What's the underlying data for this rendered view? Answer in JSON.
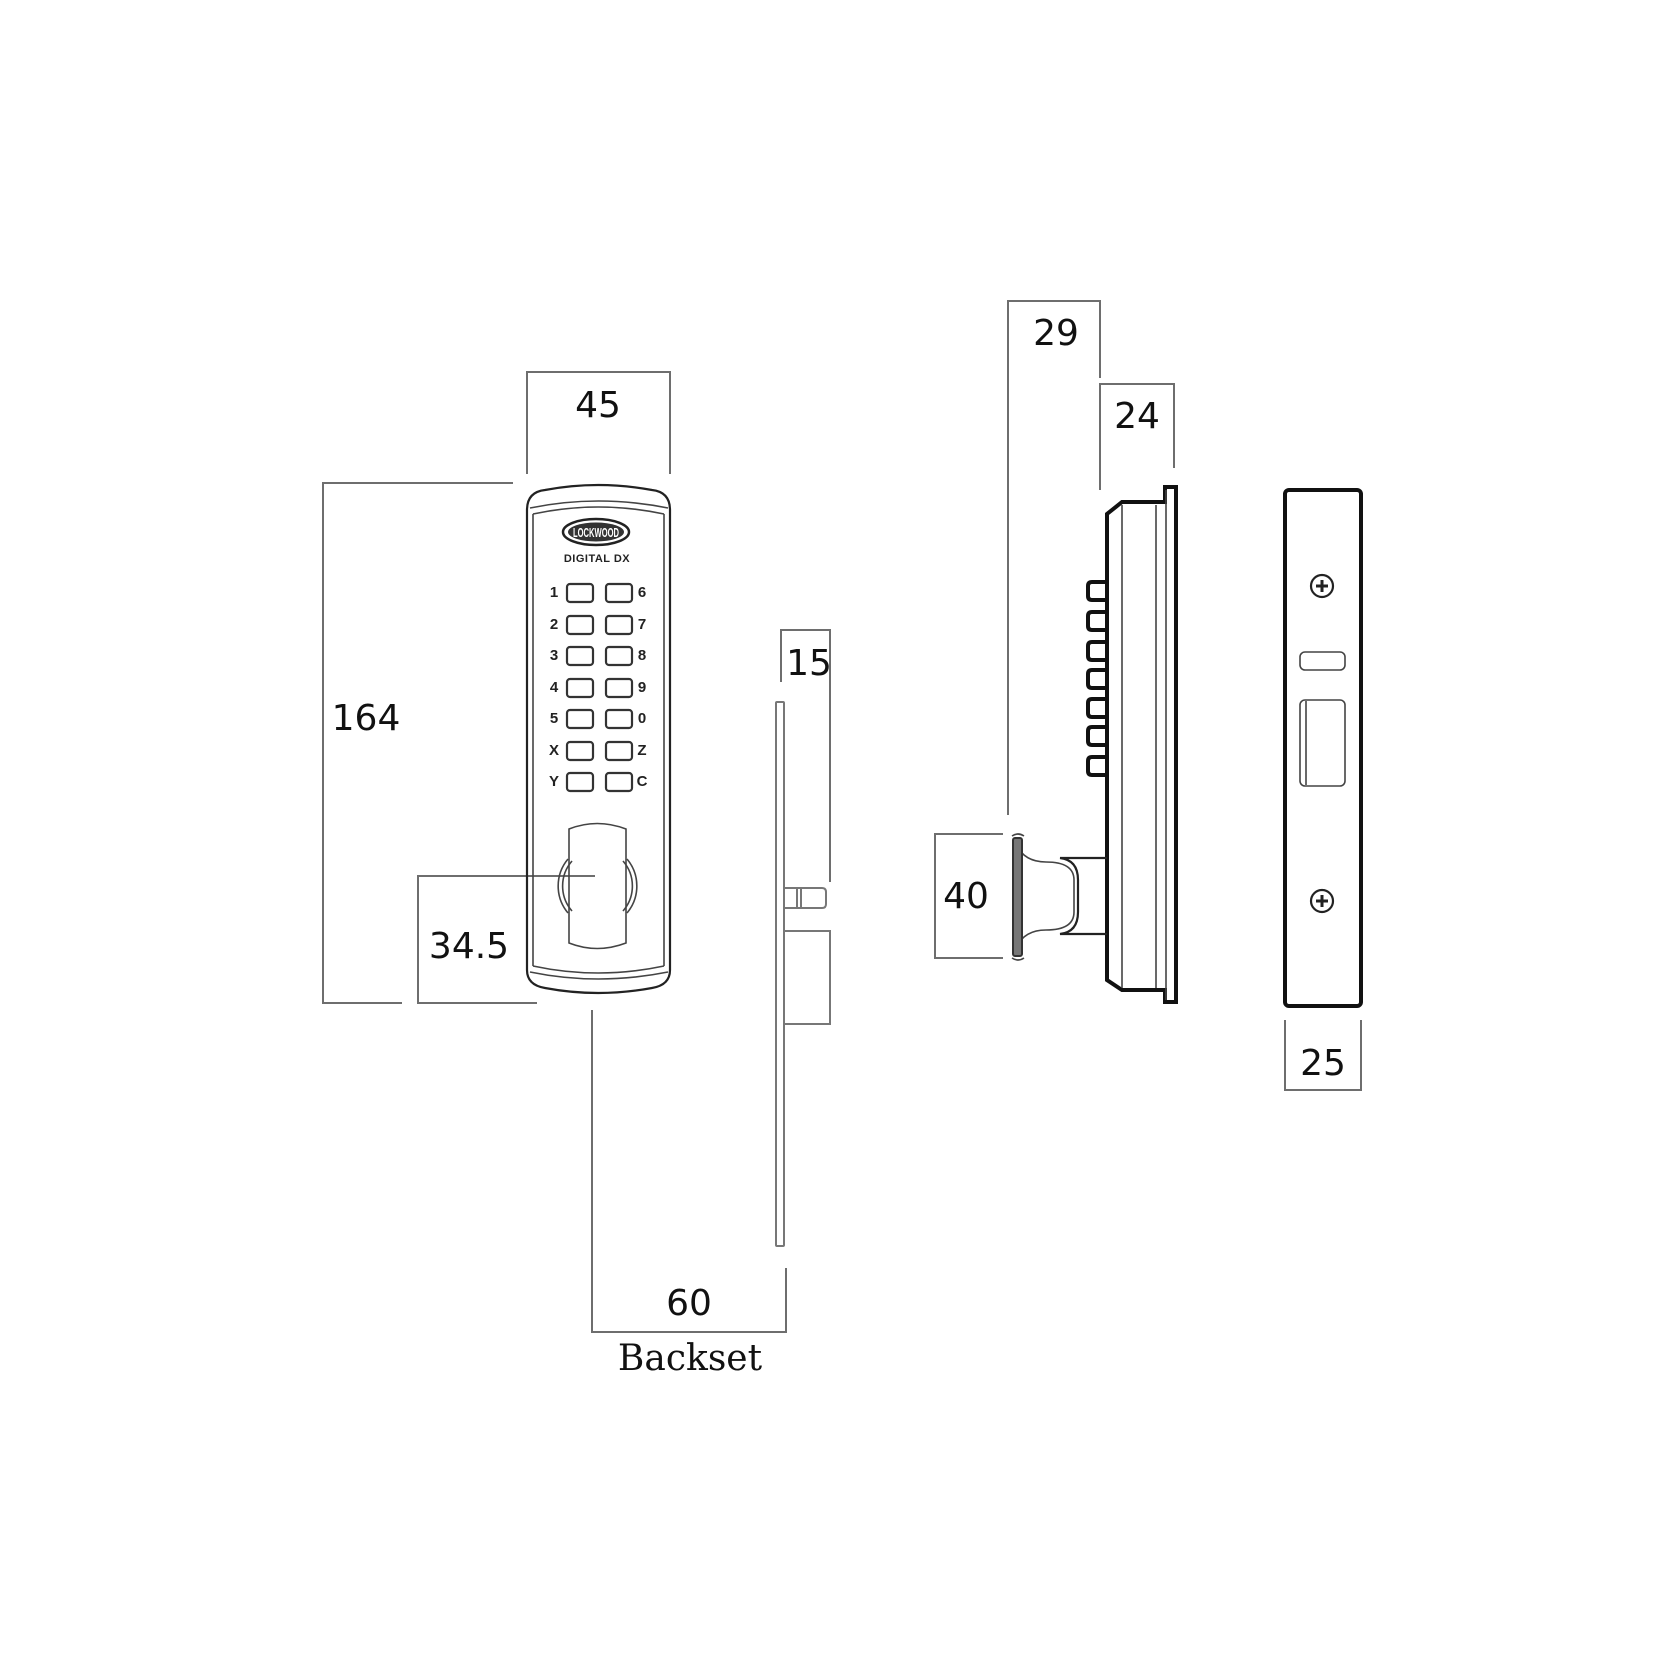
{
  "drawing": {
    "title": "Digital DX keypad lock dimension drawing",
    "units": "mm",
    "line_color": "#111111",
    "dimension_line_color": "#6e6e6e",
    "background": "#ffffff"
  },
  "front_view": {
    "brand_text": "DIGITAL DX",
    "logo_text": "LOCKWOOD",
    "keys_left": [
      "1",
      "2",
      "3",
      "4",
      "5",
      "X",
      "Y"
    ],
    "keys_right": [
      "6",
      "7",
      "8",
      "9",
      "0",
      "Z",
      "C"
    ],
    "dimensions": {
      "width": "45",
      "height": "164",
      "spindle_height": "34.5",
      "backset": "60",
      "backset_label": "Backset"
    }
  },
  "lock_body_edge_view": {
    "dimensions": {
      "bolt_projection": "15"
    }
  },
  "side_view": {
    "dimensions": {
      "overall_depth": "29",
      "body_depth": "24",
      "handle_height": "40"
    }
  },
  "faceplate_view": {
    "dimensions": {
      "width": "25"
    },
    "screws": [
      "top-screw",
      "bottom-screw"
    ]
  }
}
